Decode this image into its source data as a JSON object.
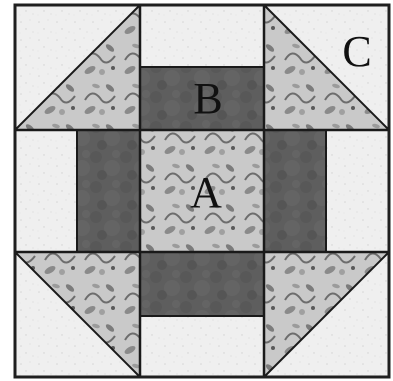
{
  "diagram": {
    "labels": {
      "a": "A",
      "b": "B",
      "c": "C"
    },
    "colors": {
      "background_light": "#ececec",
      "background_light_2": "#f4f4f4",
      "dark_gray": "#5f5f5f",
      "dark_gray_2": "#4a4a4a",
      "floral_light": "#c7c7c7",
      "floral_dark": "#6b6b6b",
      "seam": "#1a1a1a",
      "outer_border": "#222222"
    }
  }
}
